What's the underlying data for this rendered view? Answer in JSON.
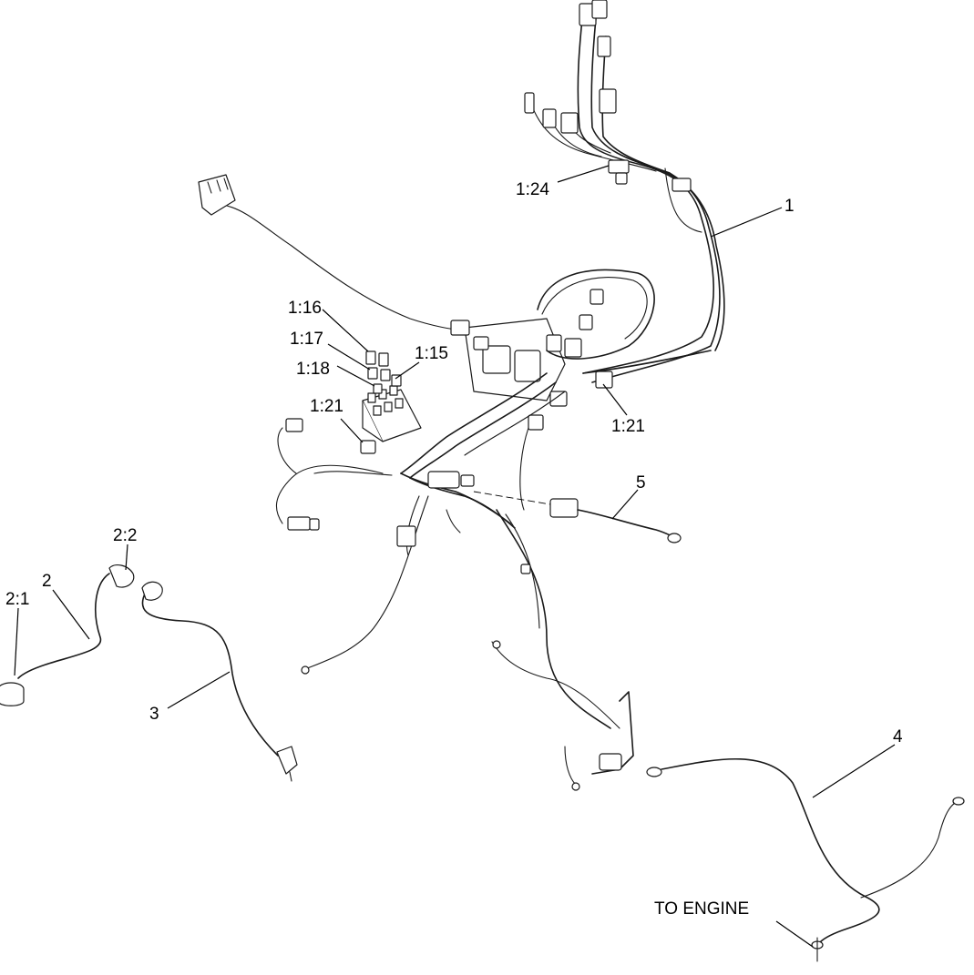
{
  "callouts": {
    "harness_main": "1",
    "c_1_24": "1:24",
    "c_1_16": "1:16",
    "c_1_17": "1:17",
    "c_1_18": "1:18",
    "c_1_15": "1:15",
    "c_1_21_left": "1:21",
    "c_1_21_right": "1:21",
    "cable_5": "5",
    "cable_2": "2",
    "c_2_1": "2:1",
    "c_2_2": "2:2",
    "cable_3": "3",
    "cable_4": "4",
    "to_engine": "TO ENGINE"
  }
}
